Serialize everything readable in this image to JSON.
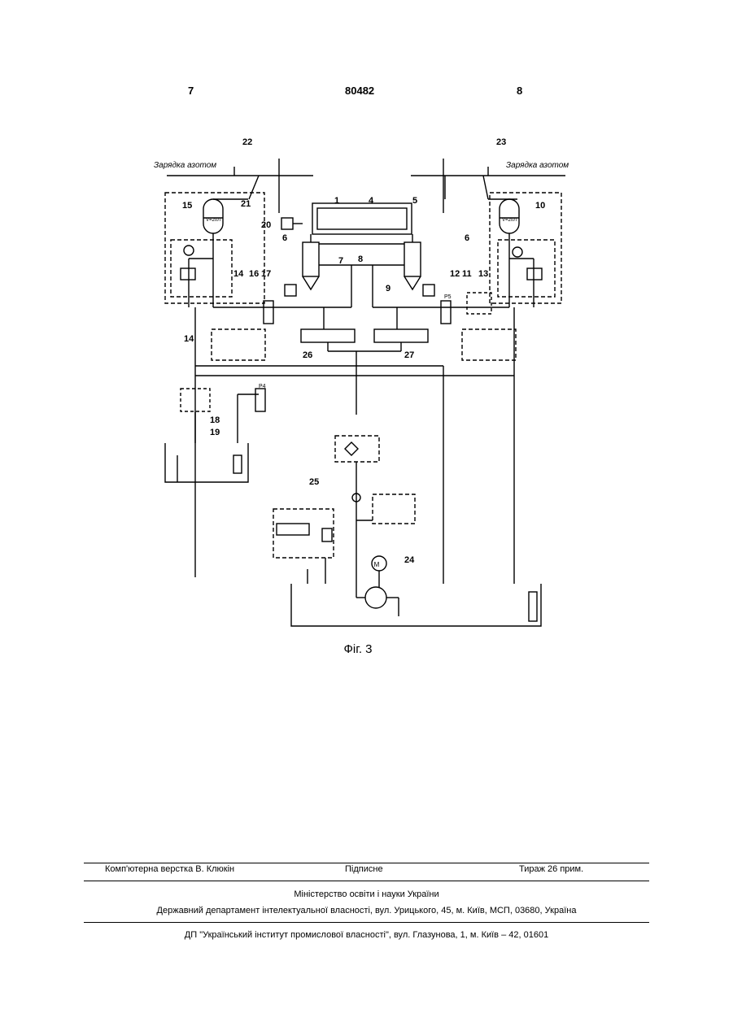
{
  "header": {
    "page_left": "7",
    "patent_number": "80482",
    "page_right": "8"
  },
  "figure": {
    "caption": "Фіг. 3",
    "label_left_line": "Зарядка азотом",
    "label_right_line": "Зарядка азотом",
    "accumulator_label": "V=20Л",
    "motor_label": "M",
    "switch_p4": "P4",
    "switch_p5": "P5",
    "callouts": {
      "n1": "1",
      "n4": "4",
      "n5": "5",
      "n6a": "6",
      "n6b": "6",
      "n7": "7",
      "n8": "8",
      "n9": "9",
      "n10": "10",
      "n11": "11",
      "n12": "12",
      "n13": "13",
      "n14a": "14",
      "n14b": "14",
      "n15": "15",
      "n16": "16",
      "n17": "17",
      "n18": "18",
      "n19": "19",
      "n20": "20",
      "n21": "21",
      "n22": "22",
      "n23": "23",
      "n24": "24",
      "n25": "25",
      "n26": "26",
      "n27": "27"
    }
  },
  "footer": {
    "layout": "Комп'ютерна верстка В. Клюкін",
    "signed": "Підписне",
    "circulation": "Тираж 26 прим.",
    "ministry": "Міністерство освіти і науки України",
    "department": "Державний департамент інтелектуальної власності, вул. Урицького, 45, м. Київ, МСП, 03680, Україна",
    "institute": "ДП \"Український інститут промислової власності\", вул. Глазунова, 1, м. Київ – 42, 01601"
  }
}
